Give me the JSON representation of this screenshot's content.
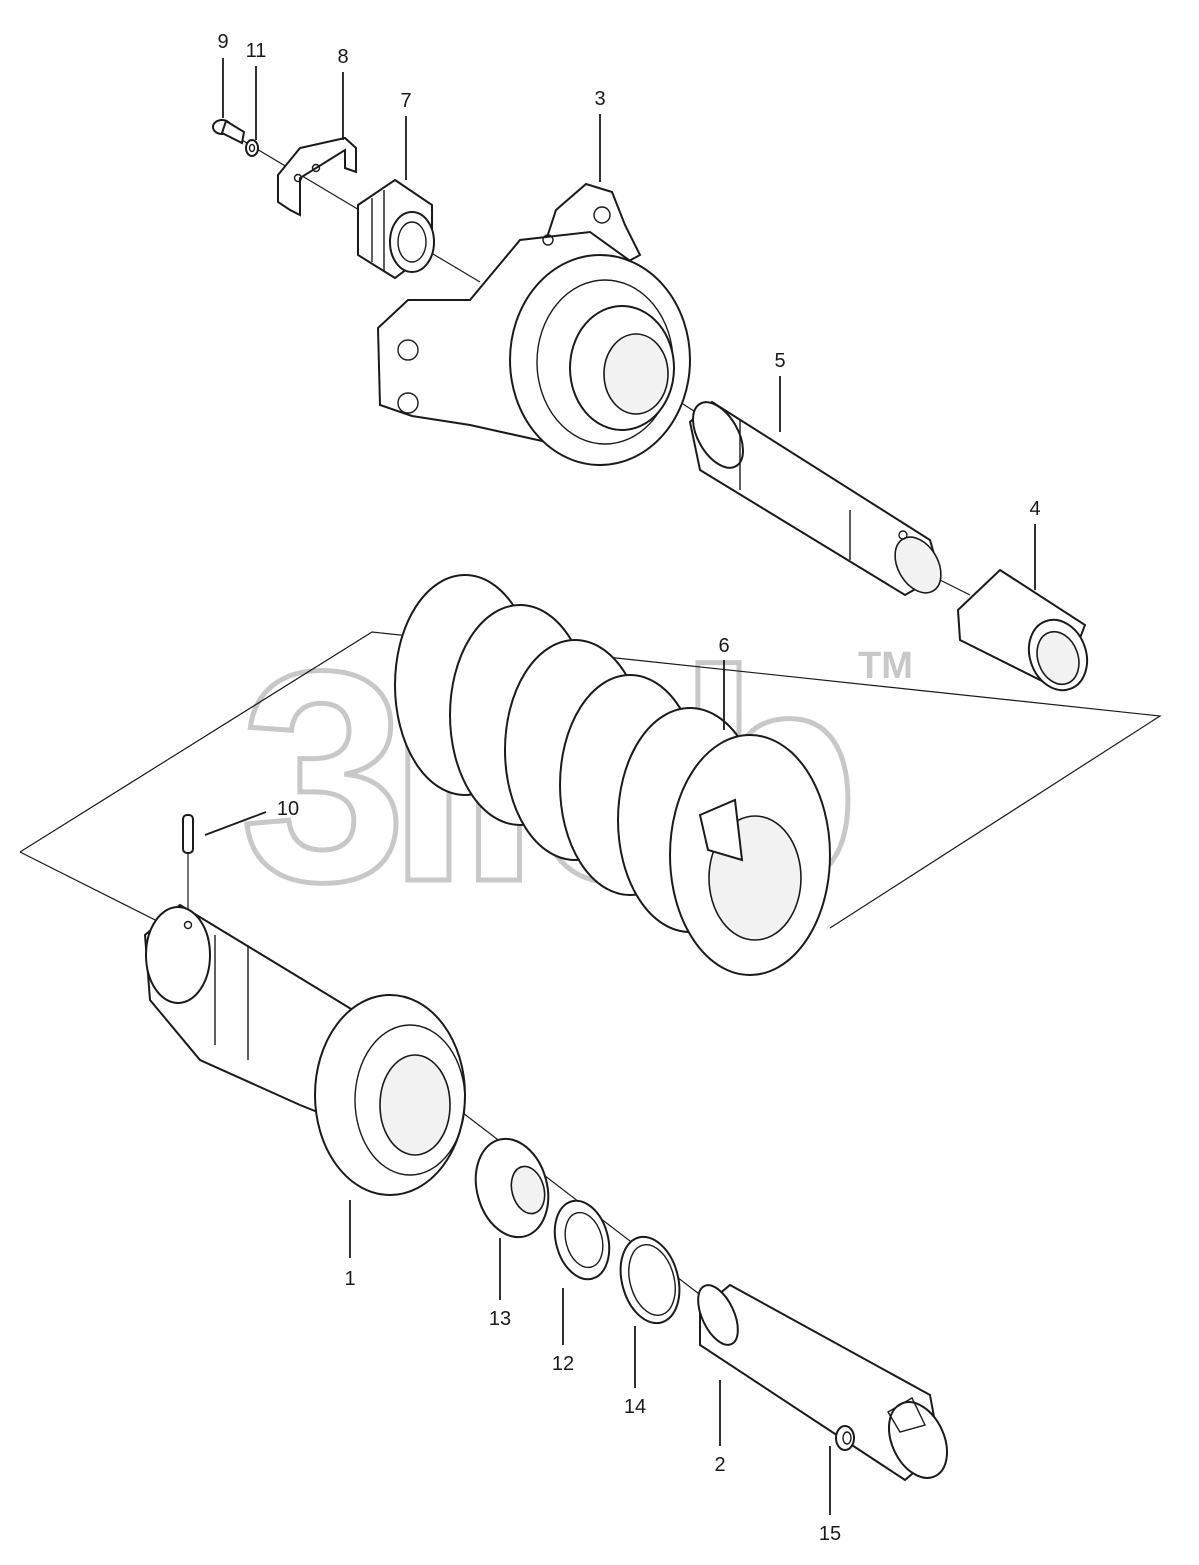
{
  "diagram": {
    "kind": "exploded parts view",
    "watermark": {
      "text": "3ifcb",
      "trademark": "TM"
    },
    "callouts": [
      {
        "id": "9",
        "label": "9"
      },
      {
        "id": "11",
        "label": "11"
      },
      {
        "id": "8",
        "label": "8"
      },
      {
        "id": "7",
        "label": "7"
      },
      {
        "id": "3",
        "label": "3"
      },
      {
        "id": "5",
        "label": "5"
      },
      {
        "id": "4",
        "label": "4"
      },
      {
        "id": "6",
        "label": "6"
      },
      {
        "id": "10",
        "label": "10"
      },
      {
        "id": "1",
        "label": "1"
      },
      {
        "id": "13",
        "label": "13"
      },
      {
        "id": "12",
        "label": "12"
      },
      {
        "id": "14",
        "label": "14"
      },
      {
        "id": "2",
        "label": "2"
      },
      {
        "id": "15",
        "label": "15"
      }
    ]
  }
}
